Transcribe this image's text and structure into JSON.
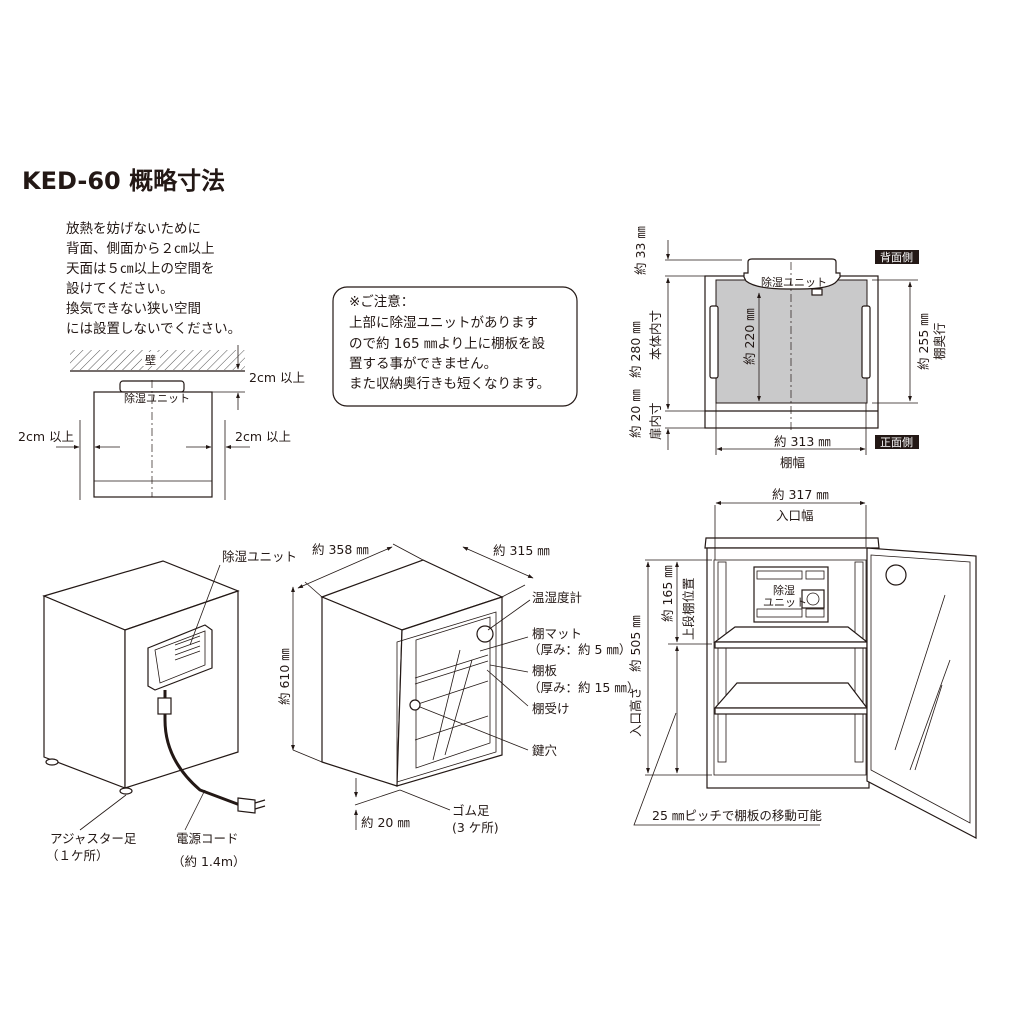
{
  "title": "KED-60  概略寸法",
  "install_note": [
    "放熱を妨げないために",
    "背面、側面から２㎝以上",
    "天面は５㎝以上の空間を",
    "設けてください。",
    "換気できない狭い空間",
    "には設置しないでください。"
  ],
  "clearance": {
    "wall": "壁",
    "top": "2cm 以上",
    "left": "2cm 以上",
    "right": "2cm 以上",
    "unit": "除湿ユニット"
  },
  "caution": {
    "heading": "※ご注意：",
    "lines": [
      "上部に除湿ユニットがあります",
      "ので約 165 ㎜より上に棚板を設",
      "置する事ができません。",
      "また収納奥行きも短くなります。"
    ]
  },
  "top_view": {
    "rear_label": "背面側",
    "front_label": "正面側",
    "unit": "除湿ユニット",
    "dim_33": "約 33 ㎜",
    "dim_280": "約 280 ㎜",
    "body_inner": "本体内寸",
    "dim_220": "約 220 ㎜",
    "dim_20": "約 20 ㎜",
    "door_inner": "扉内寸",
    "dim_255": "約 255 ㎜",
    "shelf_depth": "棚奥行",
    "dim_313": "約 313 ㎜",
    "shelf_width": "棚幅"
  },
  "rear_view": {
    "unit": "除湿ユニット",
    "adjuster": "アジャスター足",
    "adjuster_count": "（１ケ所）",
    "cord": "電源コード",
    "cord_length": "（約 1.4m）"
  },
  "iso_view": {
    "dim_358": "約 358 ㎜",
    "dim_315": "約 315 ㎜",
    "dim_610": "約 610 ㎜",
    "dim_20": "約 20 ㎜",
    "hygrometer": "温湿度計",
    "shelf_mat": "棚マット",
    "shelf_mat_thickness": "（厚み：約 5 ㎜）",
    "shelf": "棚板",
    "shelf_thickness": "（厚み：約 15 ㎜）",
    "shelf_support": "棚受け",
    "keyhole": "鍵穴",
    "rubber_foot": "ゴム足",
    "rubber_foot_count": "(3 ケ所)"
  },
  "front_view": {
    "dim_317": "約 317 ㎜",
    "entrance_width": "入口幅",
    "dim_165": "約 165 ㎜",
    "upper_shelf_pos": "上段棚位置",
    "dim_505": "約 505 ㎜",
    "entrance_height": "入口高さ",
    "unit_line1": "除湿",
    "unit_line2": "ユニット",
    "pitch_note": "25 ㎜ピッチで棚板の移動可能"
  }
}
